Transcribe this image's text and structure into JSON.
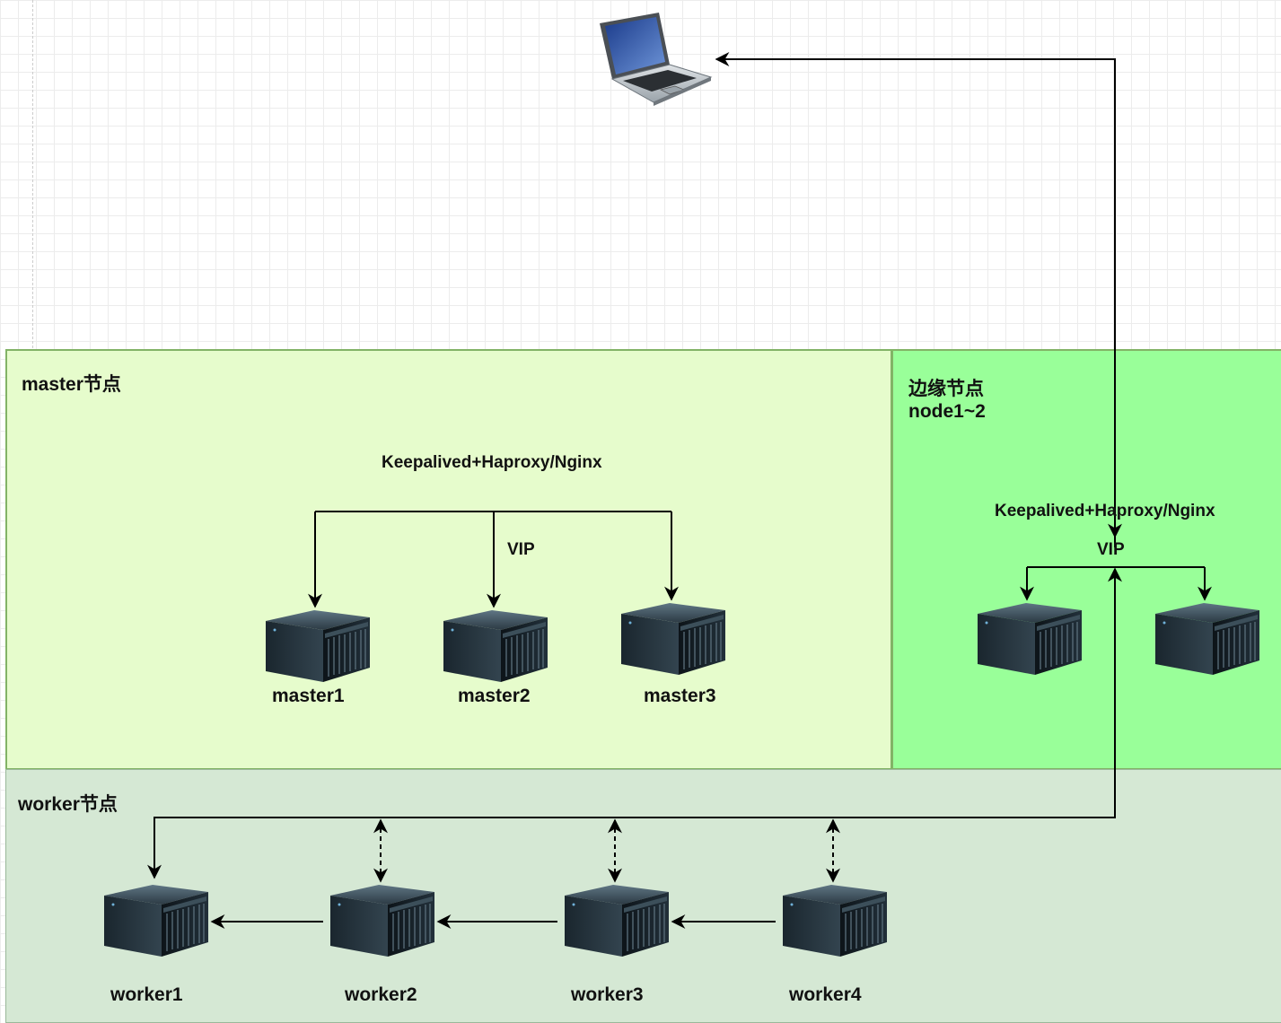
{
  "colors": {
    "master_panel": "#e6fccc",
    "master_border": "#82b366",
    "edge_panel": "#99ff99",
    "worker_panel": "#d5e8d4",
    "line": "#000000"
  },
  "master_region": {
    "title": "master节点",
    "lb_label": "Keepalived+Haproxy/Nginx",
    "vip_label": "VIP",
    "nodes": [
      "master1",
      "master2",
      "master3"
    ]
  },
  "edge_region": {
    "title_line1": "边缘节点",
    "title_line2": "node1~2",
    "lb_label": "Keepalived+Haproxy/Nginx",
    "vip_label": "VIP"
  },
  "worker_region": {
    "title": "worker节点",
    "nodes": [
      "worker1",
      "worker2",
      "worker3",
      "worker4"
    ]
  },
  "icons": {
    "client": "laptop-icon",
    "server": "server-icon"
  }
}
